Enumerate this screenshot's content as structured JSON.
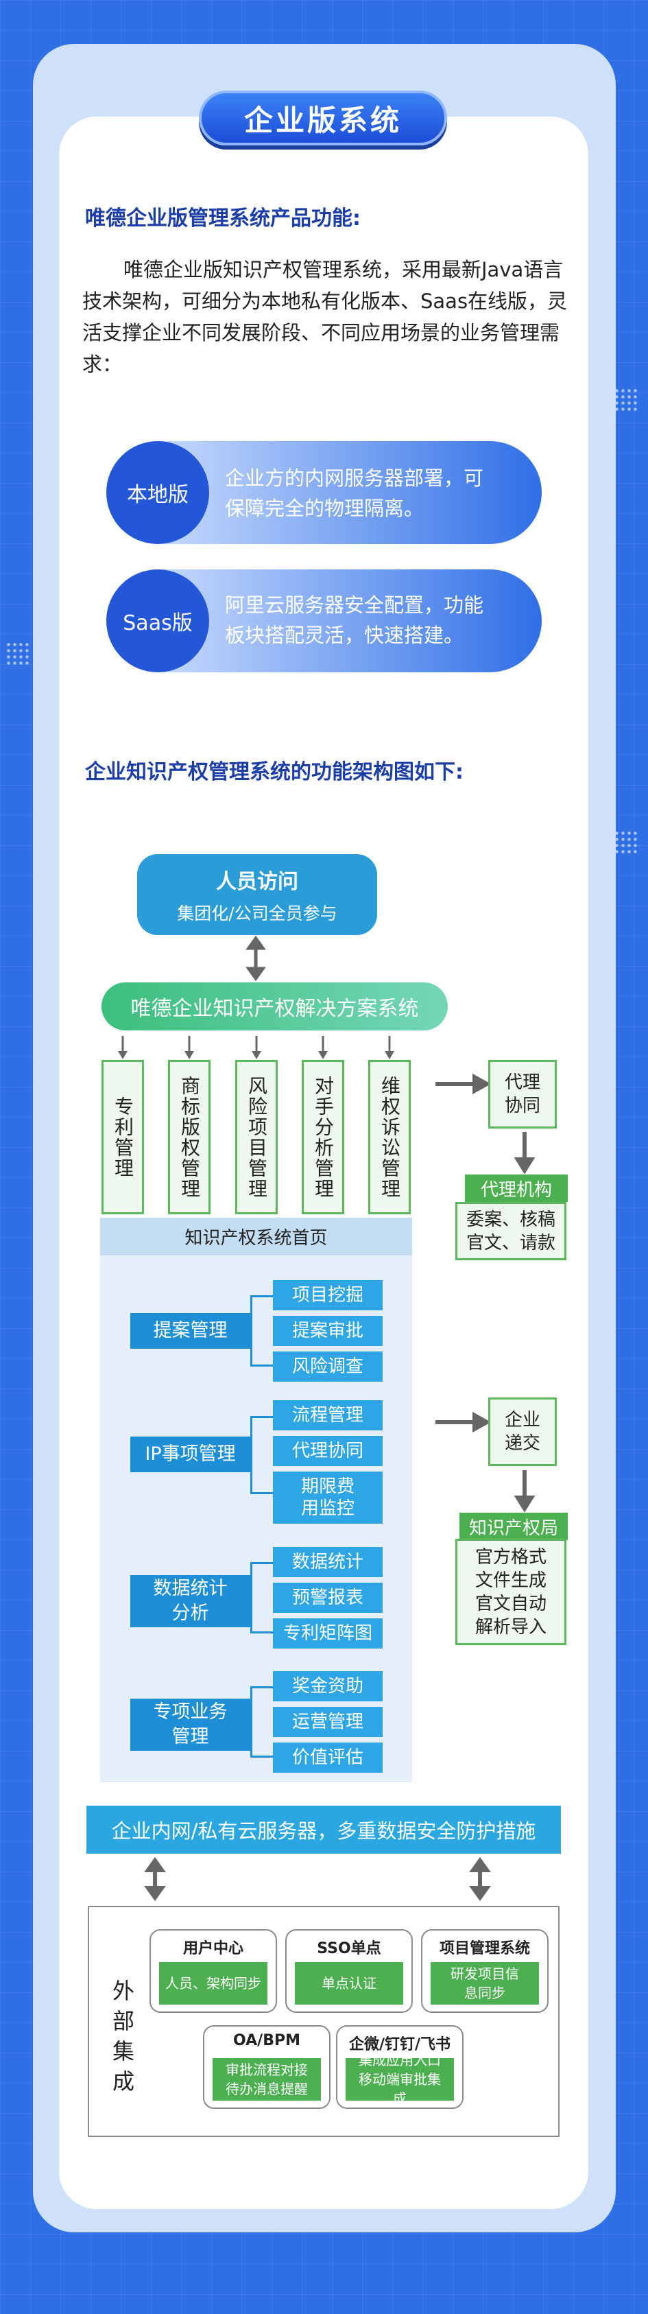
{
  "title": "企业版系统",
  "section1": {
    "heading": "唯德企业版管理系统产品功能:",
    "intro": "唯德企业版知识产权管理系统，采用最新Java语言技术架构，可细分为本地私有化版本、Saas在线版，灵活支撑企业不同发展阶段、不同应用场景的业务管理需求：",
    "versions": [
      {
        "name": "本地版",
        "desc_lines": [
          "企业方的内网服务器部署，可",
          "保障完全的物理隔离。"
        ]
      },
      {
        "name": "Saas版",
        "desc_lines": [
          "阿里云服务器安全配置，功能",
          "板块搭配灵活，快速搭建。"
        ]
      }
    ]
  },
  "section2": {
    "heading": "企业知识产权管理系统的功能架构图如下:",
    "access": {
      "title": "人员访问",
      "subtitle": "集团化/公司全员参与"
    },
    "solution": "唯德企业知识产权解决方案系统",
    "modules": [
      "专利管理",
      "商标版权管理",
      "风险项目管理",
      "对手分析管理",
      "维权诉讼管理"
    ],
    "agent": {
      "top": "代理协同",
      "head": "代理机构",
      "body_lines": [
        "委案、核稿",
        "官文、请款"
      ]
    },
    "panel_title": "知识产权系统首页",
    "categories": [
      {
        "name": "提案管理",
        "items": [
          "项目挖掘",
          "提案审批",
          "风险调查"
        ]
      },
      {
        "name": "IP事项管理",
        "items": [
          "流程管理",
          "代理协同",
          "期限费用监控"
        ]
      },
      {
        "name": "数据统计分析",
        "items": [
          "数据统计",
          "预警报表",
          "专利矩阵图"
        ]
      },
      {
        "name": "专项业务管理",
        "items": [
          "奖金资助",
          "运营管理",
          "价值评估"
        ]
      }
    ],
    "enterprise": {
      "top": "企业递交",
      "head": "知识产权局",
      "body_lines": [
        "官方格式",
        "文件生成",
        "官文自动",
        "解析导入"
      ]
    },
    "network": "企业内网/私有云服务器，多重数据安全防护措施",
    "external_label": "外部集成",
    "integrations": [
      {
        "title": "用户中心",
        "body": "人员、架构同步"
      },
      {
        "title": "SSO单点",
        "body": "单点认证"
      },
      {
        "title": "项目管理系统",
        "body": "研发项目信息同步"
      },
      {
        "title": "OA/BPM",
        "body": "审批流程对接待办消息提醒"
      },
      {
        "title": "企微/钉钉/飞书",
        "body": "集成应用入口移动端审批集成"
      }
    ]
  }
}
